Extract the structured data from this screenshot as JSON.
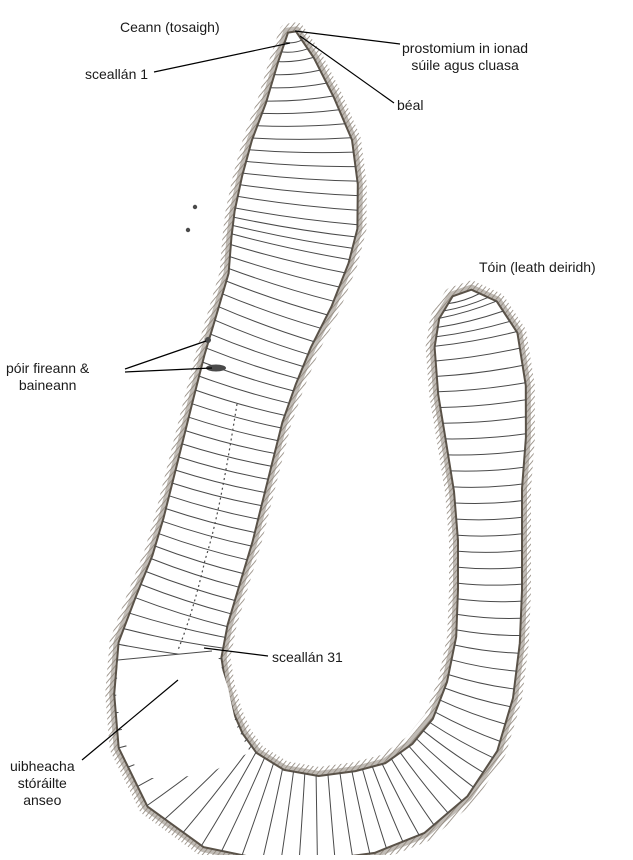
{
  "labels": {
    "head": "Ceann (tosaigh)",
    "segment1": "sceallán 1",
    "prostomium_line1": "prostomium in ionad",
    "prostomium_line2": "súile agus cluasa",
    "mouth": "béal",
    "tail": "Tóin (leath deiridh)",
    "pores_line1": "póir fireann &",
    "pores_line2": "baineann",
    "segment31": "sceallán 31",
    "eggs_line1": "uibheacha",
    "eggs_line2": "stóráilte",
    "eggs_line3": "anseo"
  },
  "colors": {
    "body_fill": "#ffffff",
    "outline": "#5a5248",
    "hatching": "#8c8378",
    "segment_line": "#4a4a4a",
    "leader_line": "#000000",
    "label_text": "#1a1a1a",
    "pore_fill": "#4a4a4a"
  }
}
